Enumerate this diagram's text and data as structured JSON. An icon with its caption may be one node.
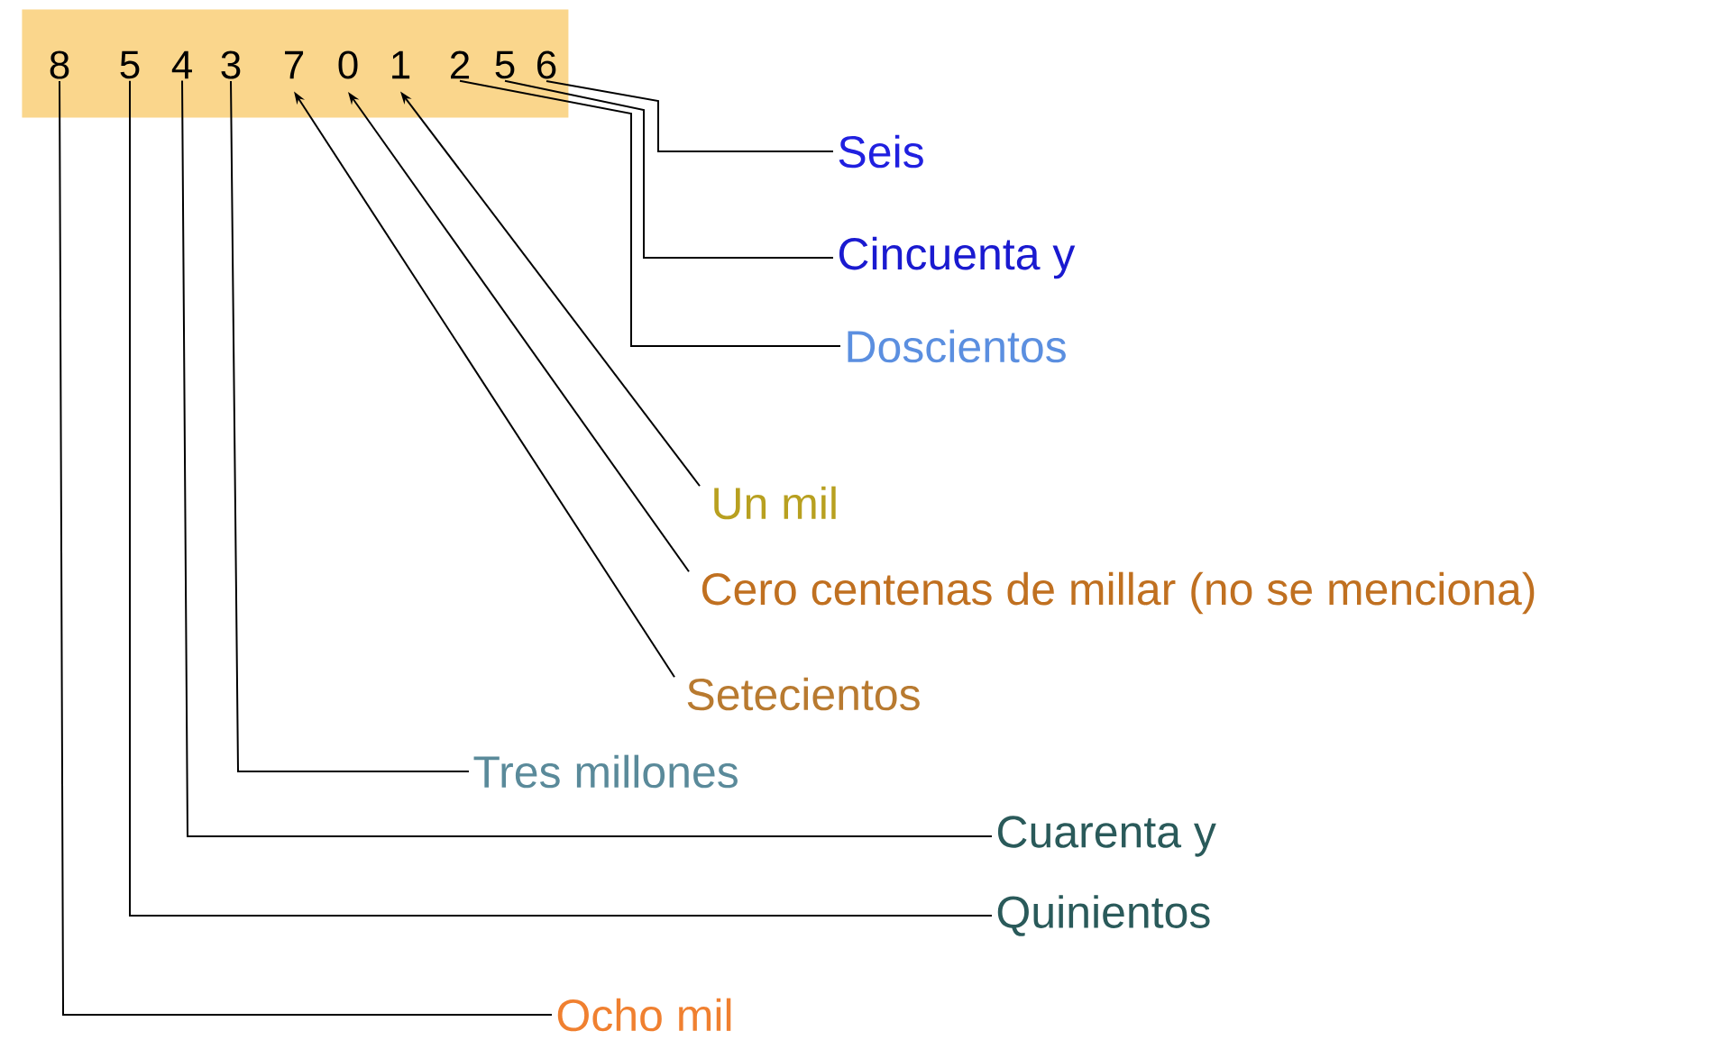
{
  "diagram": {
    "nodes": [
      {
        "text": [],
        "shape": "box"
      },
      {
        "text": [
          "8"
        ],
        "in": 0
      },
      {
        "text": [
          "5"
        ],
        "in": 0
      },
      {
        "text": [
          "4"
        ],
        "in": 0
      },
      {
        "text": [
          "3"
        ],
        "in": 0
      },
      {
        "text": [
          "7"
        ],
        "in": 0
      },
      {
        "text": [
          "0"
        ],
        "in": 0
      },
      {
        "text": [
          "1"
        ],
        "in": 0
      },
      {
        "text": [
          "2"
        ],
        "in": 0
      },
      {
        "text": [
          "5"
        ],
        "in": 0
      },
      {
        "text": [
          "6"
        ],
        "in": 0
      },
      {
        "text": [
          "Seis"
        ]
      },
      {
        "text": [
          "Cincuenta y"
        ]
      },
      {
        "text": [
          "Doscientos"
        ]
      },
      {
        "text": [
          "Un mil"
        ]
      },
      {
        "text": [
          "Cero centenas de millar (no se menciona)"
        ]
      },
      {
        "text": [
          "Setecientos"
        ]
      },
      {
        "text": [
          "Tres millones"
        ]
      },
      {
        "text": [
          "Cuarenta y"
        ]
      },
      {
        "text": [
          "Quinientos"
        ]
      },
      {
        "text": [
          "Ocho mil"
        ]
      }
    ],
    "edges": [
      {
        "from": 11,
        "to": 10,
        "arrow": "none"
      },
      {
        "from": 12,
        "to": 9,
        "arrow": "none"
      },
      {
        "from": 13,
        "to": 8,
        "arrow": "none"
      },
      {
        "from": 14,
        "to": 7,
        "arrow": "to"
      },
      {
        "from": 15,
        "to": 6,
        "arrow": "to"
      },
      {
        "from": 16,
        "to": 5,
        "arrow": "to"
      },
      {
        "from": 17,
        "to": 4,
        "arrow": "none"
      },
      {
        "from": 18,
        "to": 3,
        "arrow": "none"
      },
      {
        "from": 19,
        "to": 2,
        "arrow": "none"
      },
      {
        "from": 20,
        "to": 1,
        "arrow": "none"
      }
    ]
  }
}
